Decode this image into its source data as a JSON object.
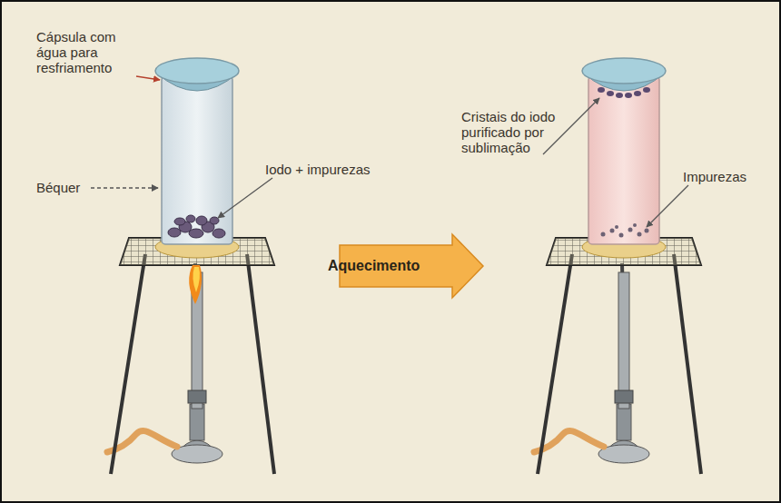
{
  "diagram": {
    "nodes": [
      {
        "text": [
          "Aquecimento"
        ]
      }
    ],
    "labels": [
      "Cápsula com água para resfriamento",
      "Béquer",
      "Iodo + impurezas",
      "Cristais do iodo purificado por sublimação",
      "Impurezas"
    ]
  }
}
